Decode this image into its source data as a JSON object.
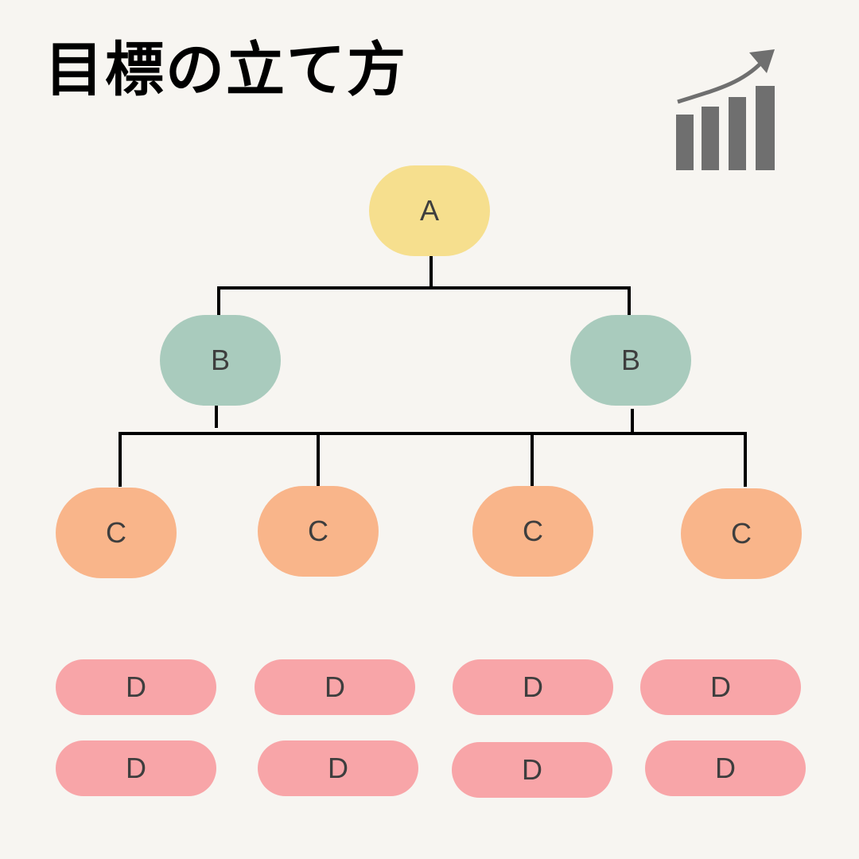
{
  "title": "目標の立て方",
  "colors": {
    "background": "#f7f5f1",
    "level_a": "#f6df8e",
    "level_b": "#a9cbbd",
    "level_c": "#f9b58a",
    "level_d": "#f8a5a8",
    "line": "#000000",
    "icon": "#6f6f6f"
  },
  "icons": {
    "chart": "bar-chart-growth-arrow-icon"
  },
  "nodes": {
    "a": "A",
    "b": [
      "B",
      "B"
    ],
    "c": [
      "C",
      "C",
      "C",
      "C"
    ],
    "d": [
      "D",
      "D",
      "D",
      "D",
      "D",
      "D",
      "D",
      "D"
    ]
  }
}
